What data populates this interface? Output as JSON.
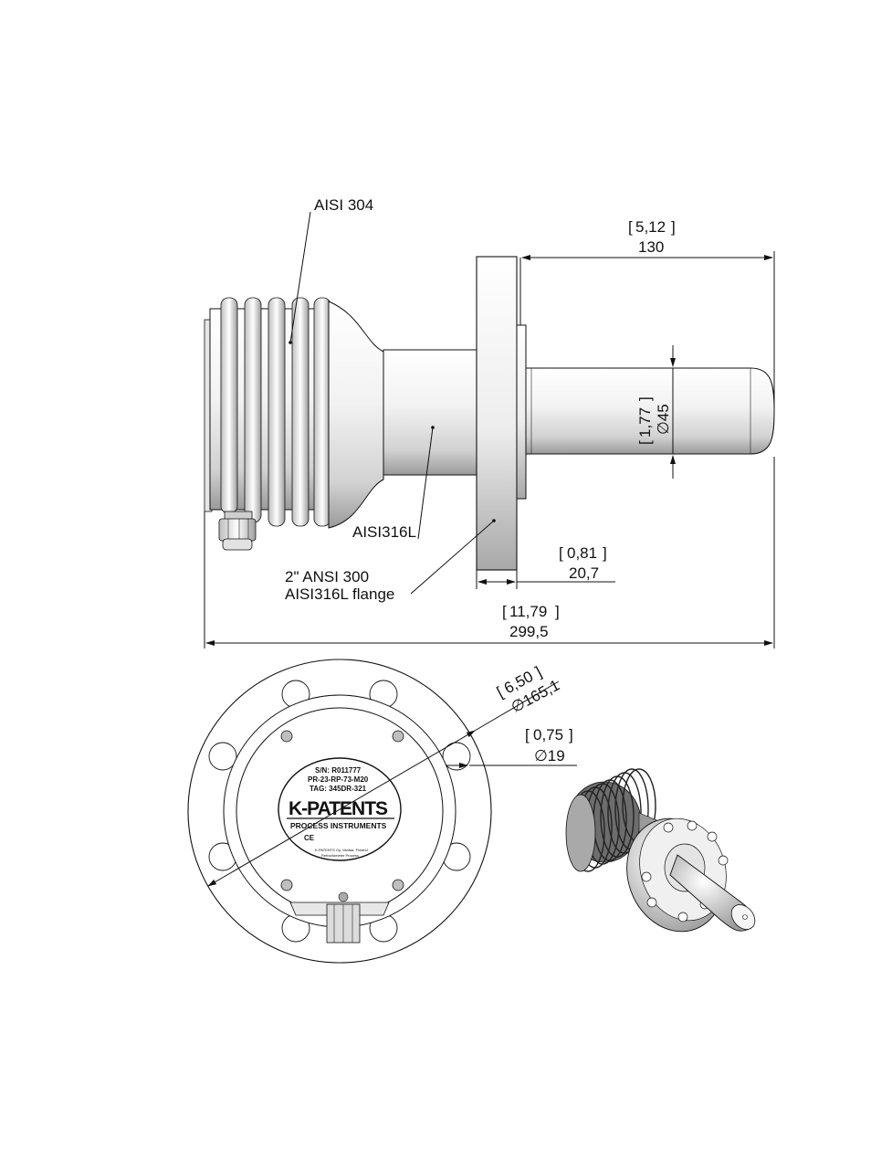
{
  "labels": {
    "housing_material": "AISI 304",
    "body_material": "AISI316L",
    "flange_line1": "2\" ANSI 300",
    "flange_line2": "AISI316L flange"
  },
  "dimensions": {
    "probe_length_in": "5,12",
    "probe_length_mm": "130",
    "probe_diameter_in": "1,77",
    "probe_diameter_mm": "∅45",
    "flange_thickness_in": "0,81",
    "flange_thickness_mm": "20,7",
    "overall_length_in": "11,79",
    "overall_length_mm": "299,5",
    "flange_diameter_in": "6,50",
    "flange_diameter_mm": "∅165,1",
    "bolt_hole_in": "0,75",
    "bolt_hole_mm": "∅19"
  },
  "nameplate": {
    "serial": "S/N: R011777",
    "model": "PR-23-RP-73-M20",
    "tag": "TAG: 345DR-321",
    "brand": "K-PATENTS",
    "brand_sub": "PROCESS INSTRUMENTS",
    "ce": "CE",
    "footer1": "K-PATENTS Oy, Vantaa, Finland",
    "footer2": "Refractometer  Process"
  },
  "colors": {
    "line": "#111111",
    "metal_light": "#f4f4f4",
    "metal_mid": "#cfcfcf",
    "metal_dark": "#8a8a8a"
  }
}
